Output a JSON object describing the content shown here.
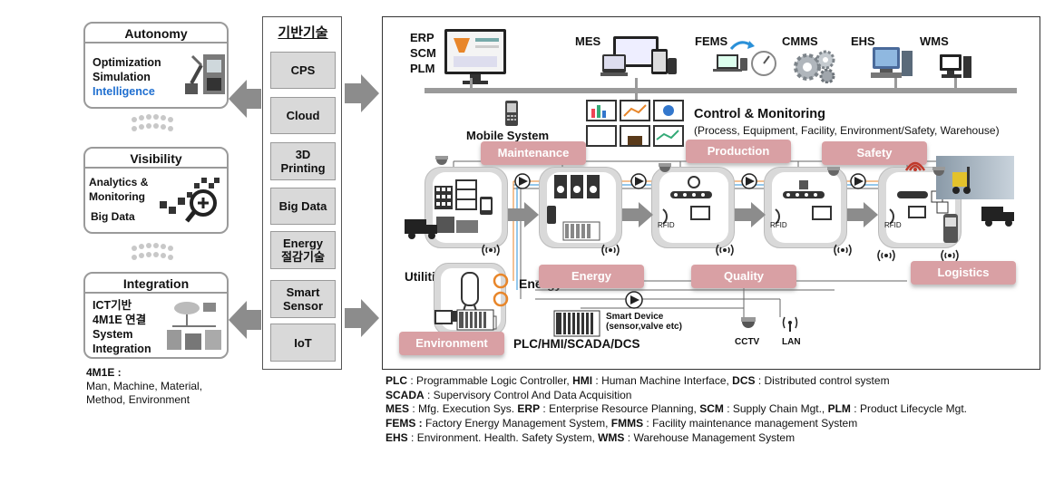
{
  "left_panel": {
    "autonomy": {
      "title": "Autonomy",
      "line1": "Optimization",
      "line2": "Simulation",
      "line3": "Intelligence"
    },
    "visibility": {
      "title": "Visibility",
      "line1": "Analytics &",
      "line2": "Monitoring",
      "line3": "Big Data"
    },
    "integration": {
      "title": "Integration",
      "line1": "ICT기반",
      "line2": "4M1E 연결",
      "line3": "System",
      "line4": "Integration"
    },
    "note_title": "4M1E :",
    "note_line1": "Man, Machine, Material,",
    "note_line2": "Method, Environment"
  },
  "tech_column": {
    "title": "기반기술",
    "items": [
      {
        "l1": "CPS",
        "l2": ""
      },
      {
        "l1": "Cloud",
        "l2": ""
      },
      {
        "l1": "3D",
        "l2": "Printing"
      },
      {
        "l1": "Big Data",
        "l2": ""
      },
      {
        "l1": "Energy",
        "l2": "절감기술"
      },
      {
        "l1": "Smart",
        "l2": "Sensor"
      },
      {
        "l1": "IoT",
        "l2": ""
      }
    ]
  },
  "main": {
    "top_systems": {
      "erp": "ERP",
      "scm": "SCM",
      "plm": "PLM",
      "mes": "MES",
      "fems": "FEMS",
      "cmms": "CMMS",
      "ehs": "EHS",
      "wms": "WMS"
    },
    "control_title": "Control & Monitoring",
    "control_sub": "(Process, Equipment, Facility, Environment/Safety, Warehouse)",
    "mobile": "Mobile System",
    "tags": {
      "maintenance": "Maintenance",
      "production": "Production",
      "safety": "Safety",
      "energy": "Energy",
      "quality": "Quality",
      "logistics": "Logistics",
      "environment": "Environment"
    },
    "utilities": "Utilities",
    "energy_label": "Energy",
    "smart_device_l1": "Smart Device",
    "smart_device_l2": "(sensor,valve etc)",
    "plc_label": "PLC/HMI/SCADA/DCS",
    "cctv": "CCTV",
    "lan": "LAN",
    "rfid": "RFID"
  },
  "legend": [
    {
      "a": "PLC",
      "b": " : Programmable Logic Controller, ",
      "c": "HMI",
      "d": " : Human Machine Interface, ",
      "e": "DCS",
      "f": " : Distributed control system"
    },
    {
      "a": "SCADA",
      "b": " : Supervisory Control And Data Acquisition",
      "c": "",
      "d": "",
      "e": "",
      "f": ""
    },
    {
      "a": "MES",
      "b": " : Mfg. Execution Sys. ",
      "c": "ERP",
      "d": " : Enterprise Resource Planning, ",
      "e": "SCM",
      "f": " : Supply Chain Mgt., ",
      "g": "PLM",
      "h": " : Product Lifecycle Mgt."
    },
    {
      "a": "FEMS :",
      "b": " Factory Energy Management System, ",
      "c": "FMMS",
      "d": " : Facility maintenance management System",
      "e": "",
      "f": ""
    },
    {
      "a": "EHS",
      "b": " : Environment. Health. Safety System, ",
      "c": "WMS",
      "d": " : Warehouse Management System",
      "e": "",
      "f": ""
    }
  ],
  "colors": {
    "pink_tag": "#d9a0a4",
    "gray_arrow": "#8c8c8c",
    "accent_blue": "#1f6fd0",
    "orange_line": "#e8862a"
  }
}
